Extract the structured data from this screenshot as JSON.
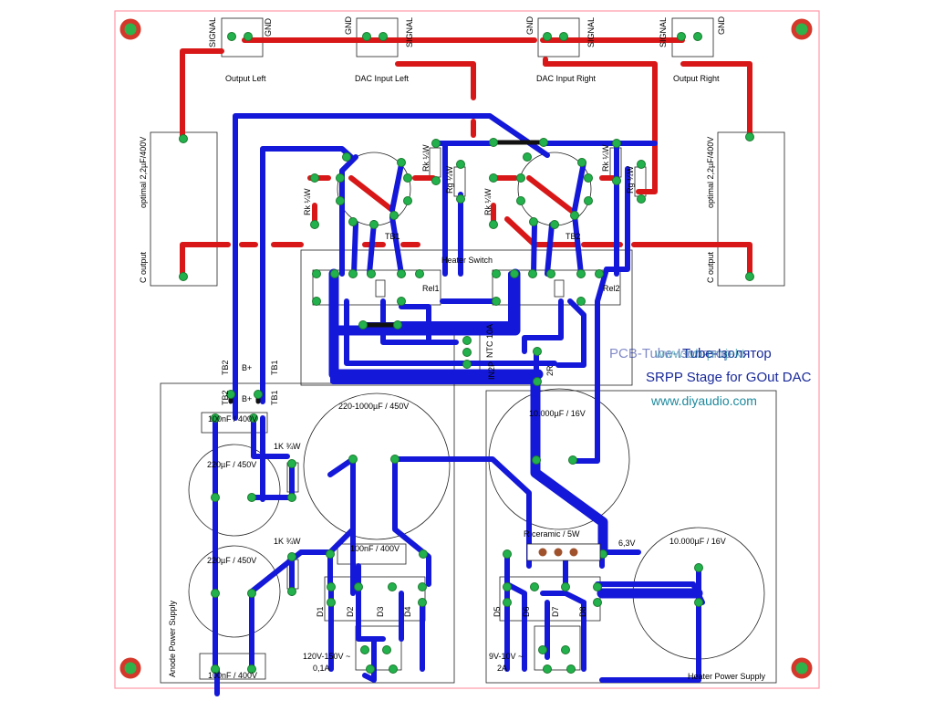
{
  "board": {
    "title_line1": "Tube-Ізолятор",
    "title_line1_mirror": "PCB-Tube-Ізолятор",
    "title_line2": "SRPP Stage for GOut DAC",
    "url_mirror": "www.tvb-projekt",
    "url": "www.diyaudio.com"
  },
  "connectors": {
    "signal": "SIGNAL",
    "gnd": "GND",
    "output_left": "Output Left",
    "dac_input_left": "DAC Input Left",
    "dac_input_right": "DAC Input Right",
    "output_right": "Output Right"
  },
  "caps": {
    "c_output_left": "C output",
    "c_output_left_value": "optimal 2,2µF/400V",
    "c_output_right": "C output",
    "c_output_right_value": "optimal 2,2µF/400V"
  },
  "tubes": {
    "tb1": "TB1",
    "tb2": "TB2",
    "rk_1": "Rk ¼W",
    "rk_2": "Rk ¼W",
    "rk_3": "Rk ¼W",
    "rk_4": "Rk ¼W",
    "rg_1": "Rg ¼W",
    "rg_2": "Rg ¼W"
  },
  "heater_switch": {
    "title": "Heater Switch",
    "rel1": "Rel1",
    "rel2": "Rel2",
    "ntc": "NTC 10A",
    "r_2r": "2R",
    "ic": "IN2P"
  },
  "anode_ps": {
    "title": "Anode Power Supply",
    "c_top": "100nF / 400V",
    "c_big": "220-1000µF / 450V",
    "c_left1": "220µF / 450V",
    "c_left2": "220µF / 450V",
    "r1": "1K ¾W",
    "r2": "1K ¾W",
    "c_bridge": "100nF / 400V",
    "c_bottom": "100nF / 400V",
    "d1": "D1",
    "d2": "D2",
    "d3": "D3",
    "d4": "D4",
    "input": "120V-150V ~",
    "input_current": "0,1A",
    "tb2": "TB2",
    "bplus": "B+",
    "tb1": "TB1"
  },
  "heater_ps": {
    "title": "Heater Power Supply",
    "c_big1": "10.000µF / 16V",
    "c_big2": "10.000µF / 16V",
    "r_ceramic": "R ceramic / 5W",
    "v63": "6,3V",
    "d5": "D5",
    "d6": "D6",
    "d7": "D7",
    "d8": "D8",
    "input": "9V-10V ~",
    "input_current": "2A"
  }
}
